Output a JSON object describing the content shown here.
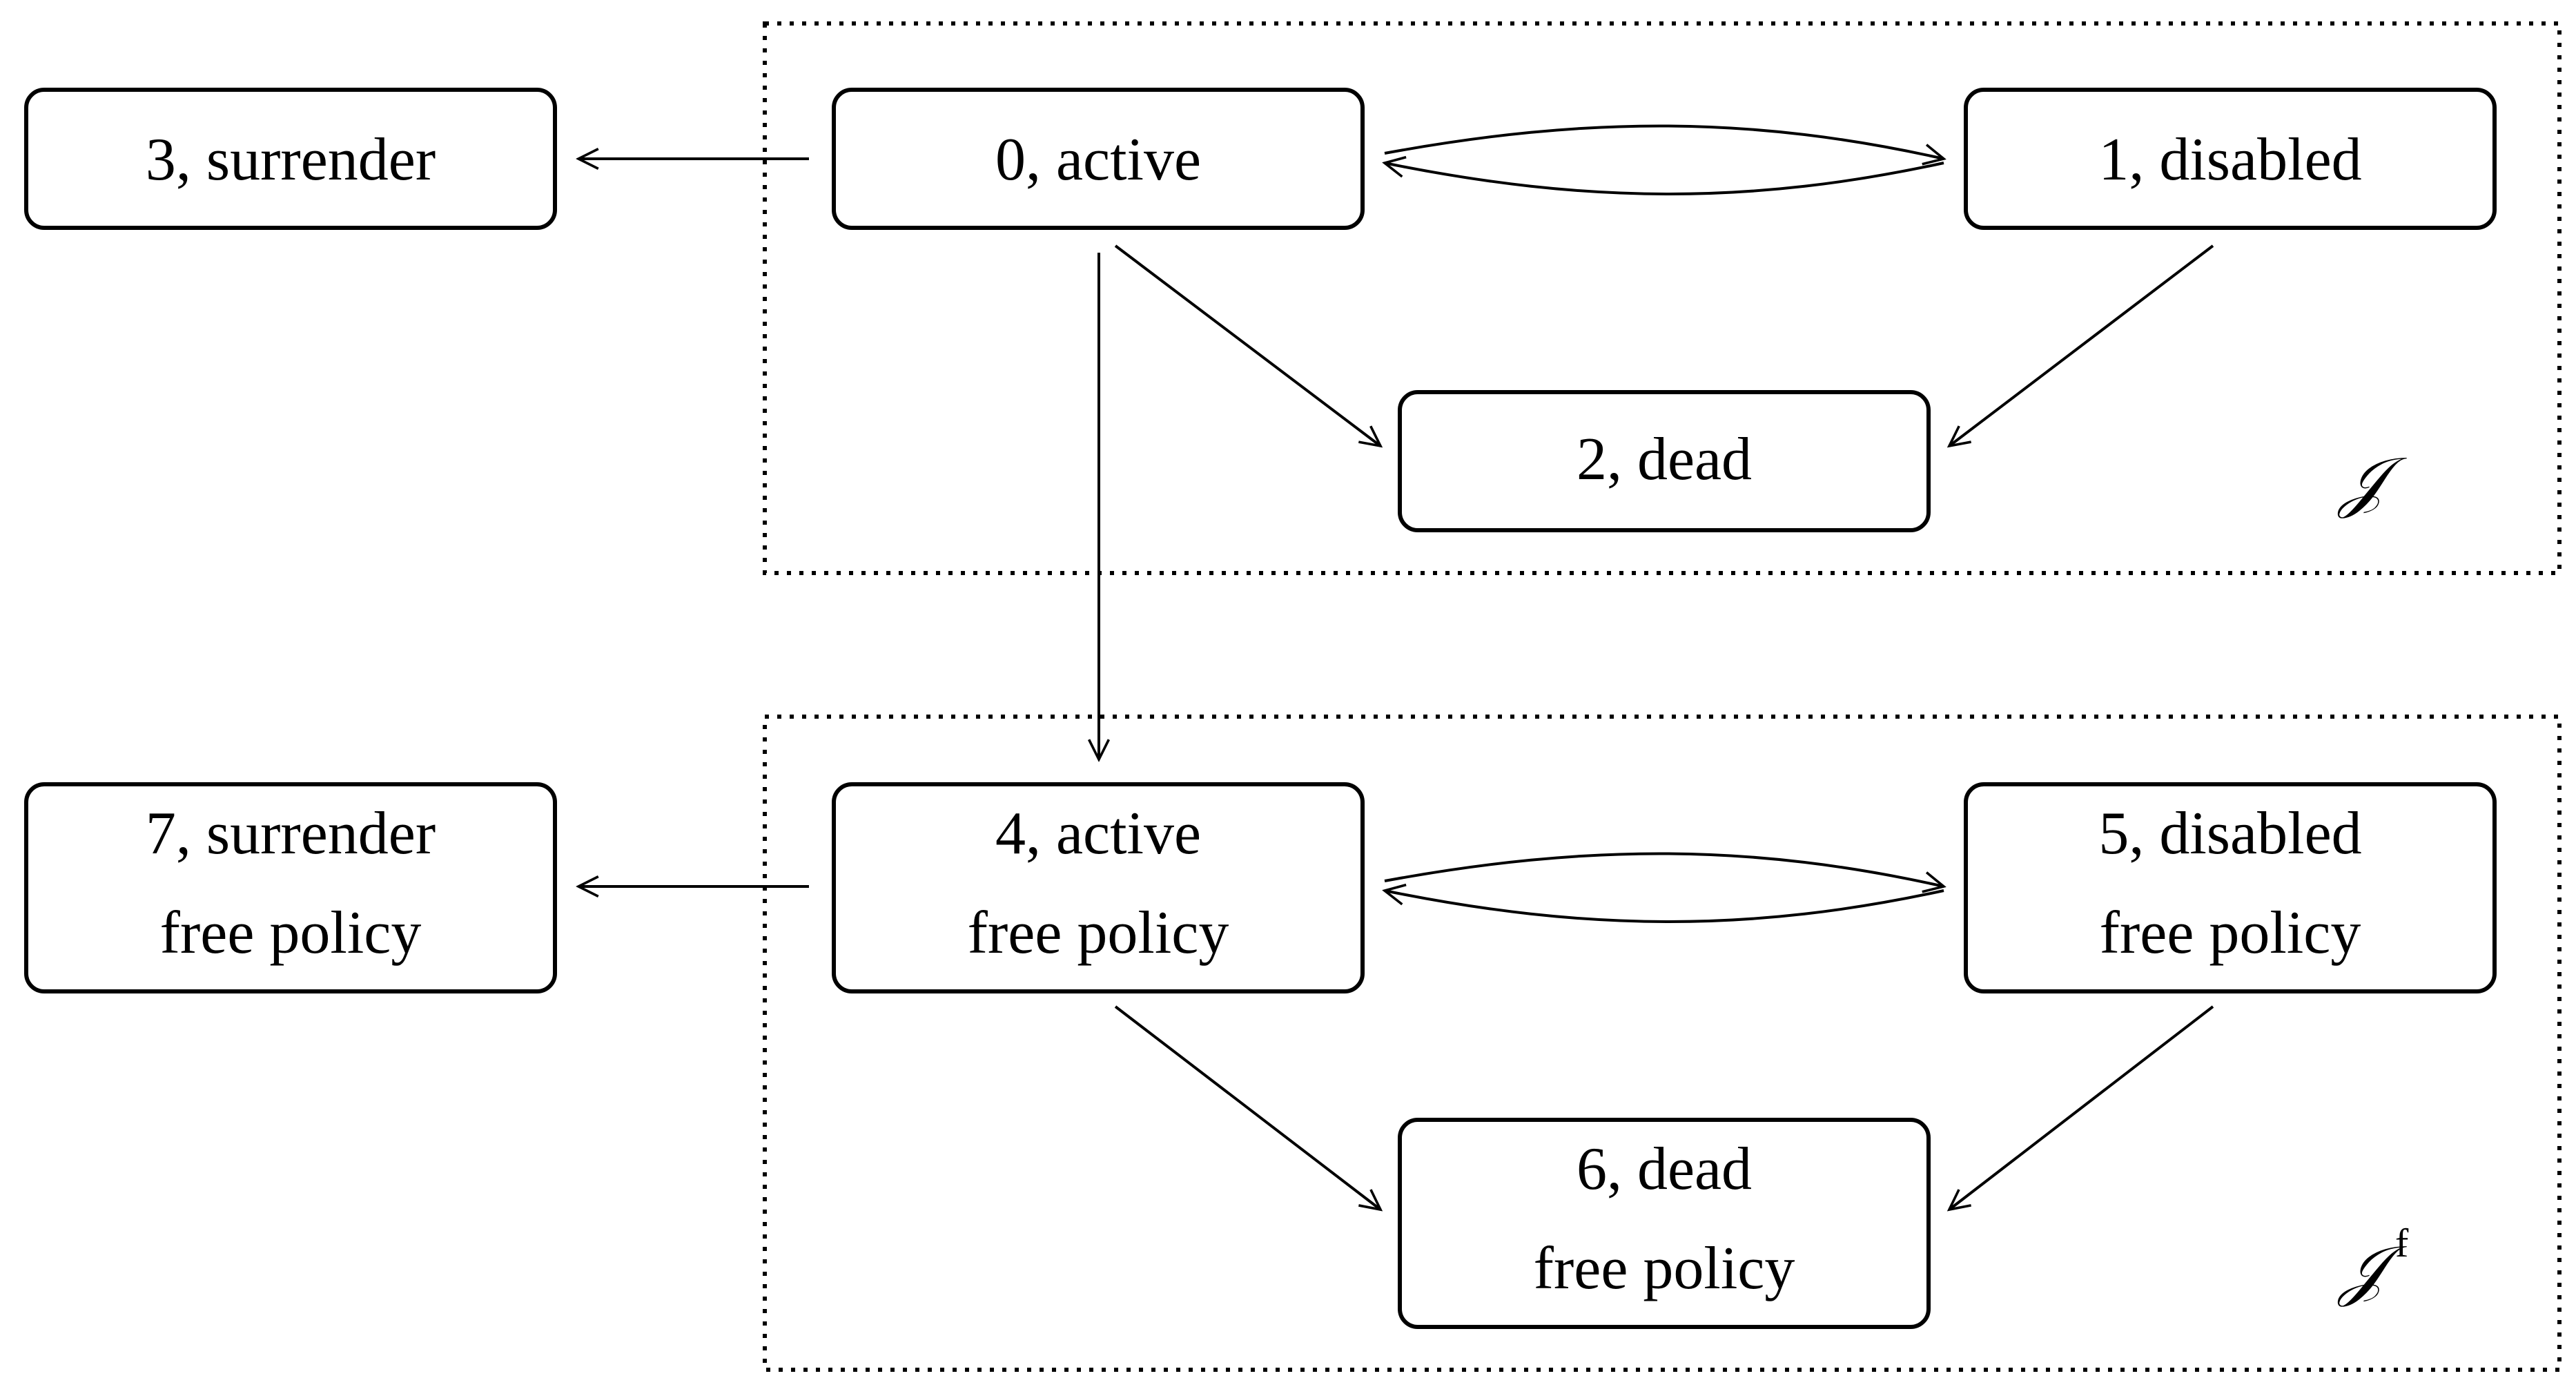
{
  "nodes": {
    "n0": {
      "line1": "0, active"
    },
    "n1": {
      "line1": "1, disabled"
    },
    "n2": {
      "line1": "2, dead"
    },
    "n3": {
      "line1": "3, surrender"
    },
    "n4": {
      "line1": "4, active",
      "line2": "free policy"
    },
    "n5": {
      "line1": "5, disabled",
      "line2": "free policy"
    },
    "n6": {
      "line1": "6, dead",
      "line2": "free policy"
    },
    "n7": {
      "line1": "7, surrender",
      "line2": "free policy"
    }
  },
  "groups": {
    "top": {
      "symbol": "𝒥"
    },
    "bottom": {
      "symbol": "𝒥",
      "sup": "f"
    }
  },
  "edges": [
    {
      "from": "0, active",
      "to": "3, surrender"
    },
    {
      "from": "0, active",
      "to": "1, disabled"
    },
    {
      "from": "1, disabled",
      "to": "0, active"
    },
    {
      "from": "0, active",
      "to": "2, dead"
    },
    {
      "from": "1, disabled",
      "to": "2, dead"
    },
    {
      "from": "0, active",
      "to": "4, active"
    },
    {
      "from": "4, active",
      "to": "7, surrender"
    },
    {
      "from": "4, active",
      "to": "5, disabled"
    },
    {
      "from": "5, disabled",
      "to": "4, active"
    },
    {
      "from": "4, active",
      "to": "6, dead"
    },
    {
      "from": "5, disabled",
      "to": "6, dead"
    }
  ]
}
